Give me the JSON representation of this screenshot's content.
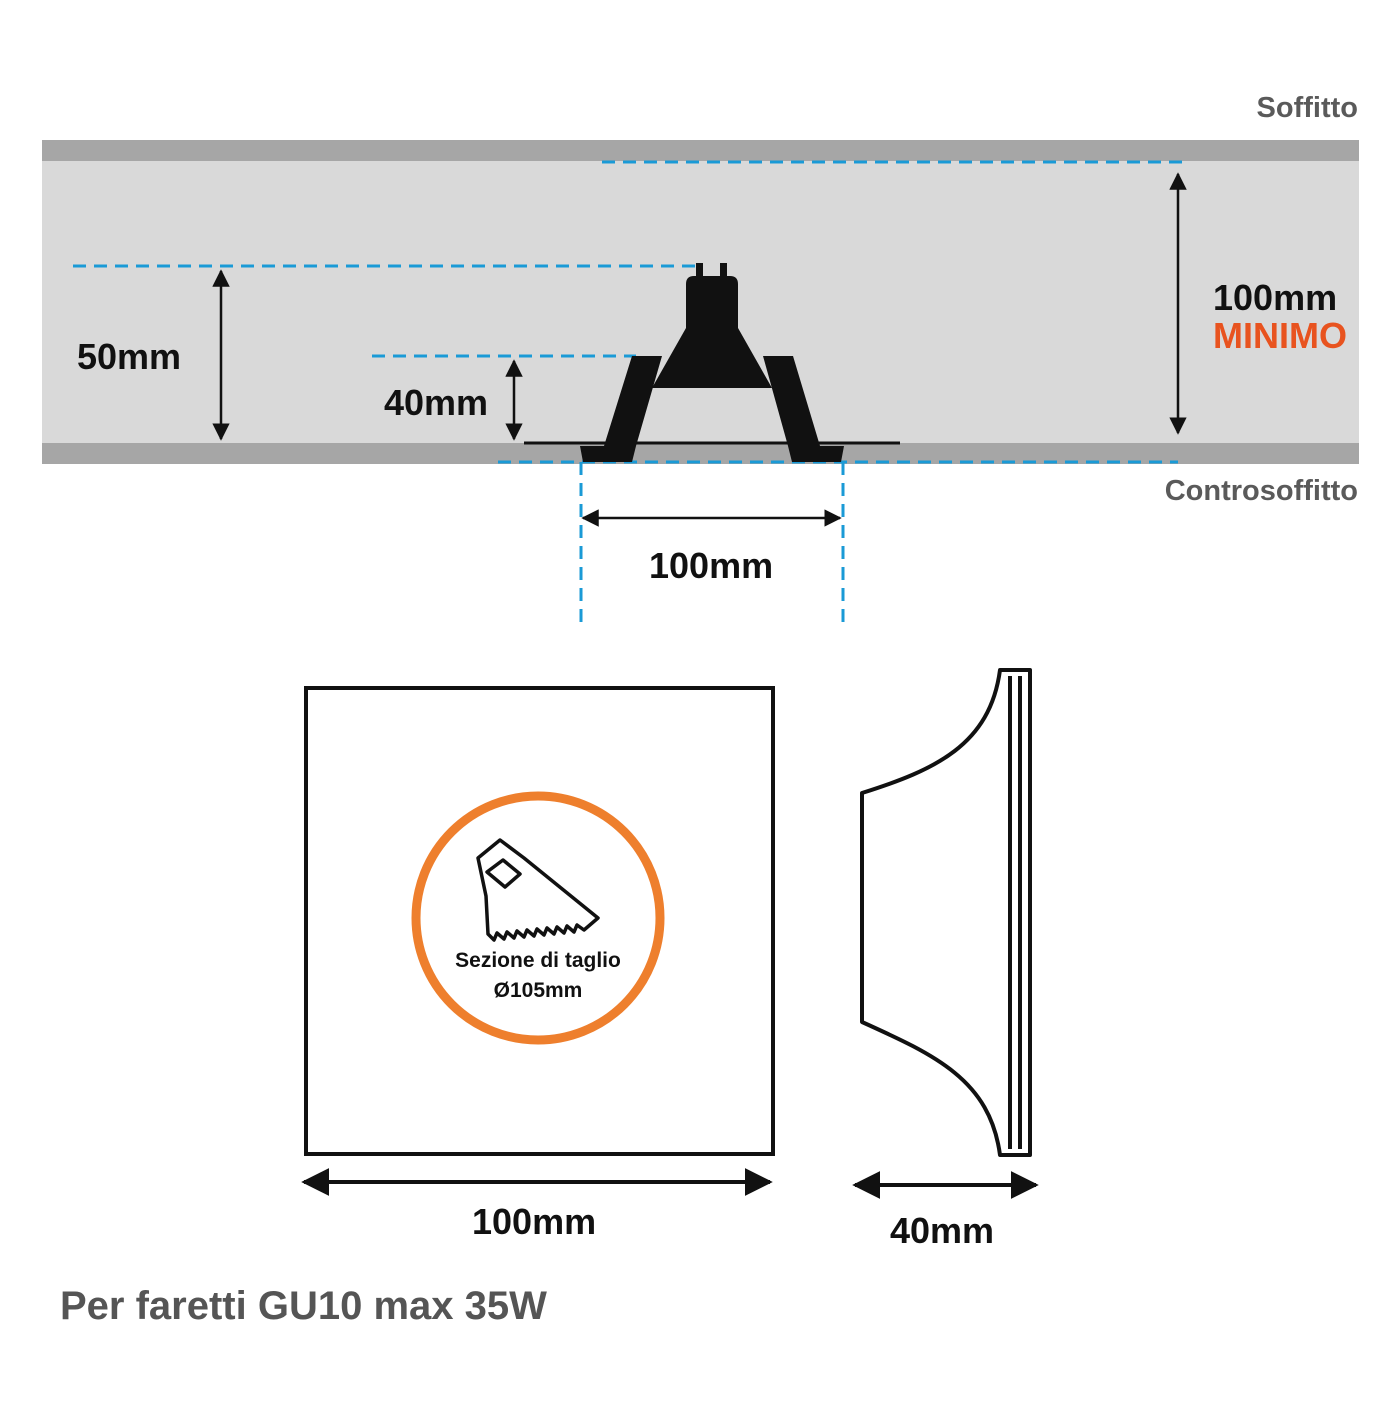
{
  "labels": {
    "ceiling": "Soffitto",
    "false_ceiling": "Controsoffitto"
  },
  "dimensions": {
    "depth_left": "50mm",
    "depth_bulb": "40mm",
    "clearance_value": "100mm",
    "clearance_note": "MINIMO",
    "hole_width": "100mm",
    "front_width": "100mm",
    "side_depth": "40mm"
  },
  "cut_badge": {
    "line1": "Sezione di taglio",
    "line2": "Ø105mm",
    "icon": "saw-icon"
  },
  "footer": "Per faretti GU10 max 35W",
  "colors": {
    "slab": "#a6a6a6",
    "cavity": "#d9d9d9",
    "guide": "#1a9ad6",
    "accent": "#e8531f",
    "badge_ring": "#ee7f2d",
    "ink": "#111111"
  }
}
